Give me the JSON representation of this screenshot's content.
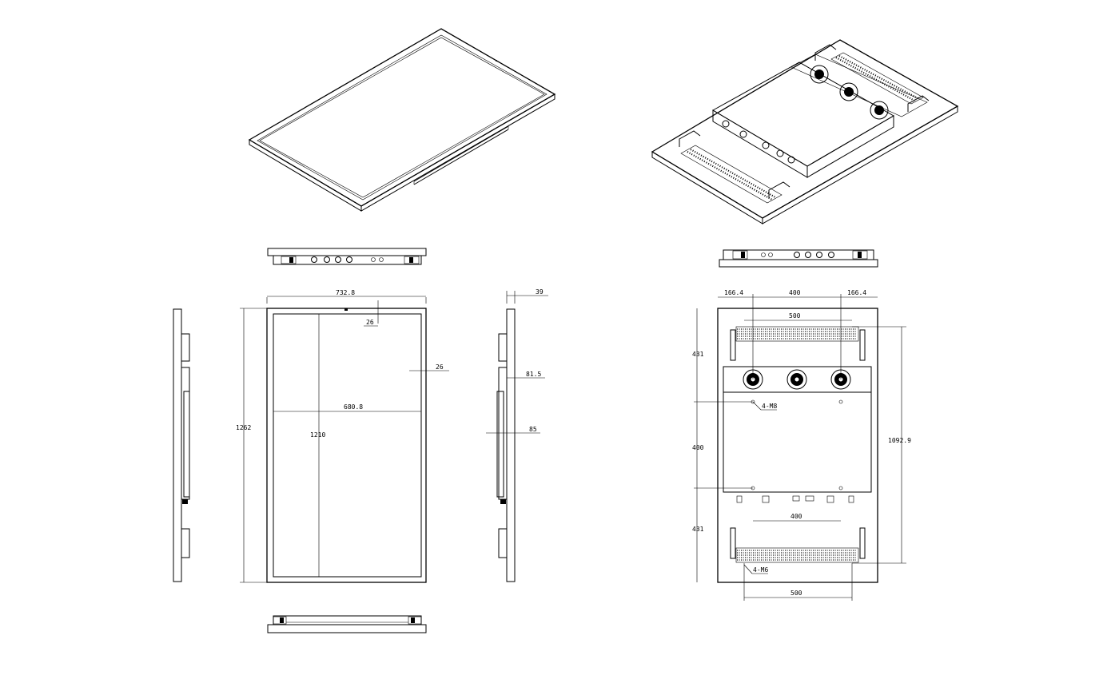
{
  "dimensions": {
    "width": "732.8",
    "top_border": "26",
    "side_border": "26",
    "active_width": "680.8",
    "height": "1262",
    "active_height": "1210",
    "depth": "39",
    "depth_mid": "81.5",
    "depth_back": "85",
    "mount_left": "166.4",
    "mount_mid": "400",
    "mount_right": "166.4",
    "handle_top_spacing": "500",
    "handle_bottom_spacing": "500",
    "vesa_bottom": "400",
    "offset_top": "431",
    "vesa_vertical": "400",
    "offset_bottom": "431",
    "handle_vertical": "1092.9"
  },
  "callouts": {
    "screw_upper": "4-M8",
    "screw_lower": "4-M6"
  },
  "colors": {
    "line": "#000000",
    "background": "#ffffff"
  }
}
